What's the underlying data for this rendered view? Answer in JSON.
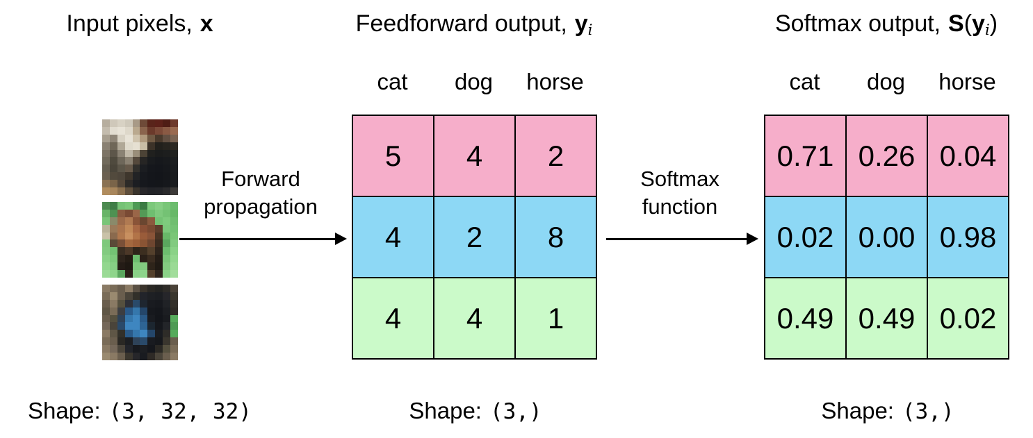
{
  "panels": {
    "input": {
      "title": {
        "prefix": "Input pixels,",
        "symbol": "x"
      },
      "shape_label": "Shape:",
      "shape_value": "(3, 32, 32)",
      "images": [
        {
          "name": "cat-photo",
          "grid": [
            [
              "#b7ae9f",
              "#cfc8ba",
              "#d8d2c4",
              "#cfc9bb",
              "#a89a87",
              "#6e4a38",
              "#59241a",
              "#5c2119",
              "#4f1d15",
              "#6e3a2c"
            ],
            [
              "#c4bcae",
              "#e2ddd1",
              "#e8e3d7",
              "#ded8ca",
              "#baa98f",
              "#8a644d",
              "#6b3a2b",
              "#7c4a38",
              "#8a5a44",
              "#9a6a50"
            ],
            [
              "#a89f90",
              "#8f8678",
              "#d8d2c4",
              "#e8e3d7",
              "#d0c4ae",
              "#b09a7e",
              "#705a44",
              "#4a3a2c",
              "#635043",
              "#7a6352"
            ],
            [
              "#8a8173",
              "#6f6758",
              "#b0a897",
              "#e0dbcd",
              "#e6e0d2",
              "#c9bda5",
              "#3c3228",
              "#22201c",
              "#27241f",
              "#2c2822"
            ],
            [
              "#7d7466",
              "#5d564a",
              "#8a8274",
              "#c0b8a8",
              "#9a8e7a",
              "#4c4336",
              "#20201e",
              "#1b1c1c",
              "#1d1e1e",
              "#212220"
            ],
            [
              "#716a5c",
              "#4f4a3e",
              "#6e675a",
              "#8a8172",
              "#55493c",
              "#262524",
              "#191b1e",
              "#16181c",
              "#181a1d",
              "#1c1e20"
            ],
            [
              "#665f52",
              "#4a453a",
              "#5c5649",
              "#66594a",
              "#32302c",
              "#1b1d21",
              "#15171c",
              "#14161b",
              "#16181c",
              "#1a1c1f"
            ],
            [
              "#6b6051",
              "#524a3d",
              "#4e463b",
              "#3e362c",
              "#222325",
              "#17191e",
              "#14161b",
              "#13151a",
              "#15171b",
              "#191b1e"
            ],
            [
              "#8a7254",
              "#7a6449",
              "#55483a",
              "#2e2b28",
              "#1c1e22",
              "#16181d",
              "#14161b",
              "#14161a",
              "#16181c",
              "#1b1d20"
            ],
            [
              "#b08c5e",
              "#a8865c",
              "#8a6f4e",
              "#5f4f3c",
              "#3a342c",
              "#28272a",
              "#222327",
              "#232428",
              "#2a2a2c",
              "#3c3a38"
            ]
          ]
        },
        {
          "name": "horse-photo",
          "grid": [
            [
              "#4c8a50",
              "#3f7d46",
              "#76c276",
              "#7cc87a",
              "#4e9a55",
              "#3a7a42",
              "#7cc87b",
              "#86ce84",
              "#79c678",
              "#6cbc6e"
            ],
            [
              "#68b468",
              "#4e9152",
              "#8a5a40",
              "#7a4a34",
              "#9a6648",
              "#549a56",
              "#6fbe70",
              "#7ec97d",
              "#74c274",
              "#68b868"
            ],
            [
              "#79c578",
              "#8a8a6a",
              "#9c6a4a",
              "#b07a52",
              "#8a5438",
              "#6a4630",
              "#8a5a3e",
              "#74c274",
              "#7ecb7d",
              "#70be70"
            ],
            [
              "#b9b39a",
              "#9a7a5a",
              "#aa744e",
              "#c08858",
              "#a86844",
              "#8a5036",
              "#7a4a32",
              "#5c3e2c",
              "#7cc87b",
              "#74c274"
            ],
            [
              "#c9c2a8",
              "#8a6a4e",
              "#b0784e",
              "#c89060",
              "#b27448",
              "#9a5c3a",
              "#8a5438",
              "#4a3424",
              "#68b868",
              "#7ac677"
            ],
            [
              "#7ec97c",
              "#5a4a38",
              "#7a5038",
              "#a4683f",
              "#9c5e38",
              "#8a5434",
              "#6e4630",
              "#3c2c20",
              "#5aa65e",
              "#82cb80"
            ],
            [
              "#82cb80",
              "#74c274",
              "#3a2e22",
              "#4c3828",
              "#2e241a",
              "#3c2e20",
              "#54402c",
              "#2e241c",
              "#6cbc6e",
              "#8ad287"
            ],
            [
              "#8ad287",
              "#7ec97c",
              "#2e241c",
              "#241c14",
              "#6cbc6e",
              "#2a2018",
              "#3a2c20",
              "#241c16",
              "#79c578",
              "#92d78e"
            ],
            [
              "#92d78e",
              "#86ce84",
              "#241c16",
              "#1e1812",
              "#7ec97c",
              "#82cb80",
              "#2e241a",
              "#201a14",
              "#82cb80",
              "#9ada95"
            ],
            [
              "#9ada95",
              "#8ed58b",
              "#5aa65e",
              "#2a2018",
              "#8ad287",
              "#8ed58b",
              "#54402c",
              "#2e241c",
              "#8ad287",
              "#a2dd9c"
            ]
          ]
        },
        {
          "name": "dog-photo",
          "grid": [
            [
              "#8a7a64",
              "#7a6c58",
              "#6a5e4e",
              "#8a7a64",
              "#5a5044",
              "#3a342c",
              "#2a2824",
              "#242422",
              "#2e2c28",
              "#4a4238"
            ],
            [
              "#7a6c58",
              "#9a8a70",
              "#6a5e4e",
              "#4a443a",
              "#32302a",
              "#22242a",
              "#1e2024",
              "#1c1e22",
              "#26262a",
              "#3a362e"
            ],
            [
              "#6a5e4e",
              "#8a7a64",
              "#55503f",
              "#2e3038",
              "#2a4a6a",
              "#1e2630",
              "#191b20",
              "#17191e",
              "#202226",
              "#332f2a"
            ],
            [
              "#5f5646",
              "#7a6c58",
              "#3c3e42",
              "#2a5a8a",
              "#3577ac",
              "#24466a",
              "#16181d",
              "#14161b",
              "#1c1e22",
              "#2e2a26"
            ],
            [
              "#6a5e4e",
              "#55503f",
              "#2e4258",
              "#3577ac",
              "#3e86c0",
              "#2a5a88",
              "#191b20",
              "#13151a",
              "#191b1f",
              "#57ab5c"
            ],
            [
              "#75685a",
              "#4a443a",
              "#2a4a6a",
              "#3e86c0",
              "#3e86c0",
              "#2e6494",
              "#1c2630",
              "#15171c",
              "#232529",
              "#4f9a55"
            ],
            [
              "#8a7a64",
              "#5f5646",
              "#32302a",
              "#2a5a88",
              "#3577ac",
              "#3e86c0",
              "#24466a",
              "#191b20",
              "#2e2c28",
              "#57ab5c"
            ],
            [
              "#7a6c58",
              "#6a5e4e",
              "#2a2824",
              "#1c1e22",
              "#2e4258",
              "#2a4a6a",
              "#191b20",
              "#16181c",
              "#3a362e",
              "#6a5e4e"
            ],
            [
              "#8a7a64",
              "#75685a",
              "#4a443a",
              "#22242a",
              "#17191e",
              "#1c1e22",
              "#15171c",
              "#2a2824",
              "#55503f",
              "#7a6c58"
            ],
            [
              "#9a8a70",
              "#8a7a64",
              "#6a5e4e",
              "#3a362e",
              "#26262a",
              "#191b20",
              "#2e2a26",
              "#4a443a",
              "#6a5e4e",
              "#8a7a64"
            ]
          ]
        }
      ]
    },
    "feedforward": {
      "title": {
        "prefix": "Feedforward output,",
        "symbol": "y",
        "subscript": "i"
      },
      "columns": [
        "cat",
        "dog",
        "horse"
      ],
      "rows": [
        {
          "color": "#f6aeca",
          "values": [
            "5",
            "4",
            "2"
          ]
        },
        {
          "color": "#8dd8f5",
          "values": [
            "4",
            "2",
            "8"
          ]
        },
        {
          "color": "#cbfac9",
          "values": [
            "4",
            "4",
            "1"
          ]
        }
      ],
      "shape_label": "Shape:",
      "shape_value": "(3,)"
    },
    "softmax": {
      "title": {
        "prefix": "Softmax output,",
        "S": "S",
        "open": "(",
        "symbol": "y",
        "subscript": "i",
        "close": ")"
      },
      "columns": [
        "cat",
        "dog",
        "horse"
      ],
      "rows": [
        {
          "color": "#f6aeca",
          "values": [
            "0.71",
            "0.26",
            "0.04"
          ]
        },
        {
          "color": "#8dd8f5",
          "values": [
            "0.02",
            "0.00",
            "0.98"
          ]
        },
        {
          "color": "#cbfac9",
          "values": [
            "0.49",
            "0.49",
            "0.02"
          ]
        }
      ],
      "shape_label": "Shape:",
      "shape_value": "(3,)"
    }
  },
  "arrows": {
    "forward": {
      "line1": "Forward",
      "line2": "propagation"
    },
    "softmax": {
      "line1": "Softmax",
      "line2": "function"
    }
  }
}
